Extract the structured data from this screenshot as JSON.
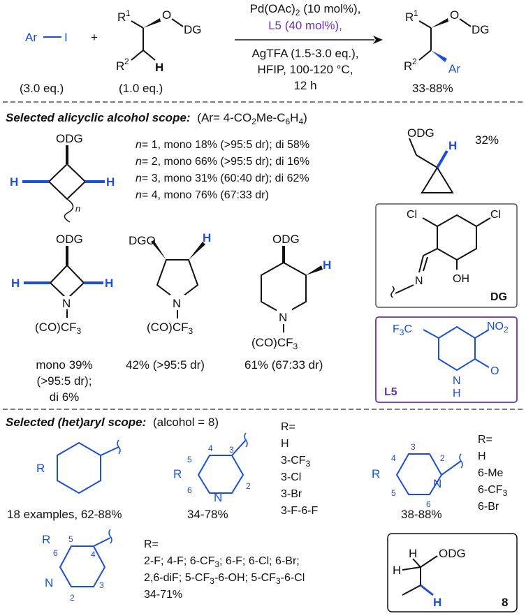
{
  "colors": {
    "blue": "#1a4fd6",
    "purple": "#6a2fb5",
    "black": "#111111",
    "frame": "#555555"
  },
  "reaction": {
    "aryl_reagent": "Ar",
    "iodide": "I",
    "plus": "+",
    "aryl_equiv": "(3.0 eq.)",
    "alcohol_equiv": "(1.0 eq.)",
    "r1": "R",
    "r1_sup": "1",
    "r2": "R",
    "r2_sup": "2",
    "o": "O",
    "dg": "DG",
    "h": "H",
    "ar_product": "Ar",
    "cond_catalyst": "Pd(OAc)",
    "cond_catalyst_sub": "2",
    "cond_catalyst_tail": " (10 mol%),",
    "cond_ligand": "L5 (40 mol%),",
    "cond_silver": "AgTFA (1.5-3.0 eq.),",
    "cond_solvent": "HFIP, 100-120 °C,",
    "cond_time": "12 h",
    "yield": "33-88%"
  },
  "alicyclic": {
    "heading": "Selected alicyclic alcohol scope:",
    "heading_paren_a": "(Ar= 4-CO",
    "heading_sub_a": "2",
    "heading_paren_b": "Me-C",
    "heading_sub_b": "6",
    "heading_paren_c": "H",
    "heading_sub_c": "4",
    "heading_paren_d": ")",
    "odg": "ODG",
    "dgo": "DGO",
    "h": "H",
    "n_label": "n",
    "n_italic": "n",
    "n_rows": [
      "= 1, mono 18% (>95:5 dr); di 58%",
      "= 2, mono 66% (>95:5 dr); di 16%",
      "= 3, mono 31% (60:40 dr); di 62%",
      "= 4, mono 76% (67:33 dr)"
    ],
    "cyclopropyl_yield": "32%",
    "n_atom": "N",
    "coc": "(CO)CF",
    "coc_sub": "3",
    "azetidine_yield_1": "mono 39%",
    "azetidine_yield_2": "(>95:5 dr);",
    "azetidine_yield_3": "di 6%",
    "pyrrolidine_yield": "42% (>95:5 dr)",
    "piperidine_yield": "61% (67:33 dr)"
  },
  "dg_box": {
    "cl": "Cl",
    "n": "N",
    "oh": "OH",
    "label": "DG"
  },
  "l5_box": {
    "f3c_a": "F",
    "f3c_sub": "3",
    "f3c_b": "C",
    "no2_a": "NO",
    "no2_sub": "2",
    "o": "O",
    "nh_n": "N",
    "nh_h": "H",
    "label": "L5"
  },
  "hetaryl": {
    "heading": "Selected (het)aryl scope:",
    "heading_paren": "(alcohol = 8)",
    "r": "R",
    "phenyl_yield": "18 examples, 62-88%",
    "pyr3_yield": "34-78%",
    "pyr3_r_list": [
      "R=",
      "H",
      "3-CF",
      "3-Cl",
      "3-Br",
      "3-F-6-F"
    ],
    "pyr3_cf3_sub": "3",
    "pyr2_yield": "38-88%",
    "pyr2_r_list": [
      "R=",
      "H",
      "6-Me",
      "6-CF",
      "6-Br"
    ],
    "pyr2_cf3_sub": "3",
    "pyr4_r_label": "R=",
    "pyr4_line1a": "2-F; 4-F; 6-CF",
    "pyr4_line1_sub": "3",
    "pyr4_line1b": "; 6-F; 6-Cl; 6-Br;",
    "pyr4_line2a": "2,6-diF; 5-CF",
    "pyr4_line2_sub1": "3",
    "pyr4_line2b": "-6-OH; 5-CF",
    "pyr4_line2_sub2": "3",
    "pyr4_line2c": "-6-Cl",
    "pyr4_yield": "34-71%",
    "n": "N",
    "nums_pyr3": [
      "5",
      "4",
      "3",
      "2",
      "6"
    ],
    "nums_pyr2": [
      "3",
      "4",
      "2",
      "5",
      "6"
    ],
    "nums_pyr4": [
      "5",
      "4",
      "6",
      "3",
      "2"
    ]
  },
  "alcohol8": {
    "h1": "H",
    "h2": "H",
    "odg": "ODG",
    "h3": "H",
    "label": "8"
  }
}
